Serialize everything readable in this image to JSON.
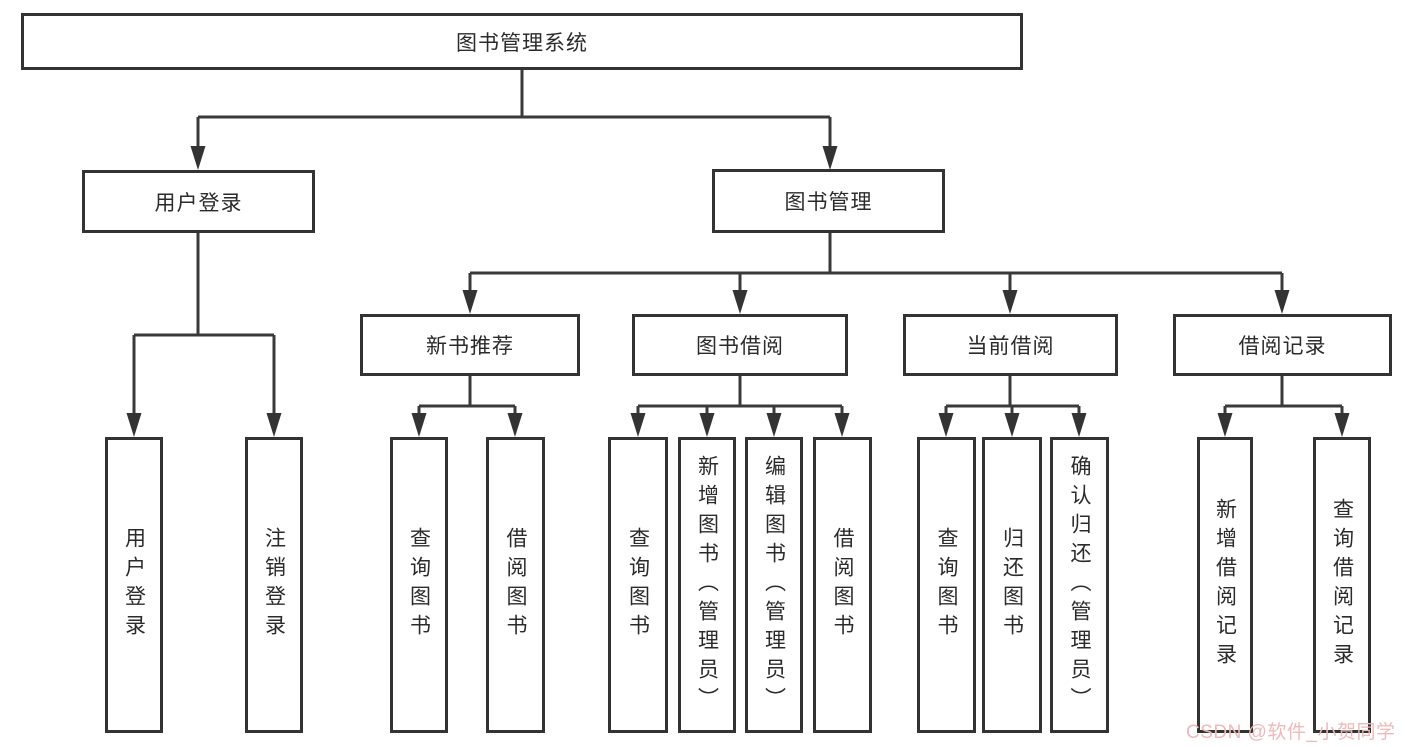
{
  "diagram": {
    "root": {
      "label": "图书管理系统"
    },
    "children": [
      {
        "label": "用户登录",
        "children": [
          {
            "label": "用户登录"
          },
          {
            "label": "注销登录"
          }
        ]
      },
      {
        "label": "图书管理",
        "children": [
          {
            "label": "新书推荐",
            "children": [
              {
                "label": "查询图书"
              },
              {
                "label": "借阅图书"
              }
            ]
          },
          {
            "label": "图书借阅",
            "children": [
              {
                "label": "查询图书"
              },
              {
                "label": "新增图书（管理员）"
              },
              {
                "label": "编辑图书（管理员）"
              },
              {
                "label": "借阅图书"
              }
            ]
          },
          {
            "label": "当前借阅",
            "children": [
              {
                "label": "查询图书"
              },
              {
                "label": "归还图书"
              },
              {
                "label": "确认归还（管理员）"
              }
            ]
          },
          {
            "label": "借阅记录",
            "children": [
              {
                "label": "新增借阅记录"
              },
              {
                "label": "查询借阅记录"
              }
            ]
          }
        ]
      }
    ]
  },
  "watermark": {
    "text": "CSDN @软件_小贺同学"
  },
  "colors": {
    "line": "#3a3a3a",
    "box_border": "#333333",
    "text": "#2b2b2b",
    "watermark": "#eeb9b9",
    "background": "#ffffff"
  }
}
